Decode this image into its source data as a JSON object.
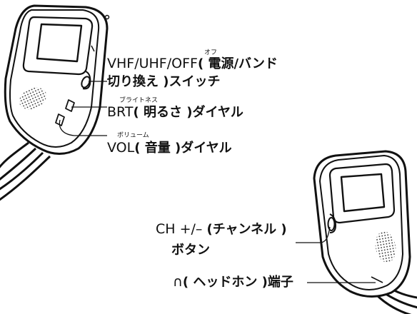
{
  "labels": {
    "power": {
      "ruby": "オフ",
      "line1_latin": "VHF/UHF/OFF",
      "line1_jp": "( 電源/バンド",
      "line2": "切り換え )スイッチ"
    },
    "brt": {
      "ruby": "ブライトネス",
      "latin": "BRT",
      "jp": "( 明るさ )ダイヤル"
    },
    "vol": {
      "ruby": "ボリューム",
      "latin": "VOL",
      "jp": "( 音量 )ダイヤル"
    },
    "ch": {
      "line1_latin": "CH +/– ",
      "line1_jp": "(チャンネル )",
      "line2": "ボタン"
    },
    "headphone": {
      "symbol": "∩",
      "text": "( ヘッドホン )端子"
    }
  }
}
